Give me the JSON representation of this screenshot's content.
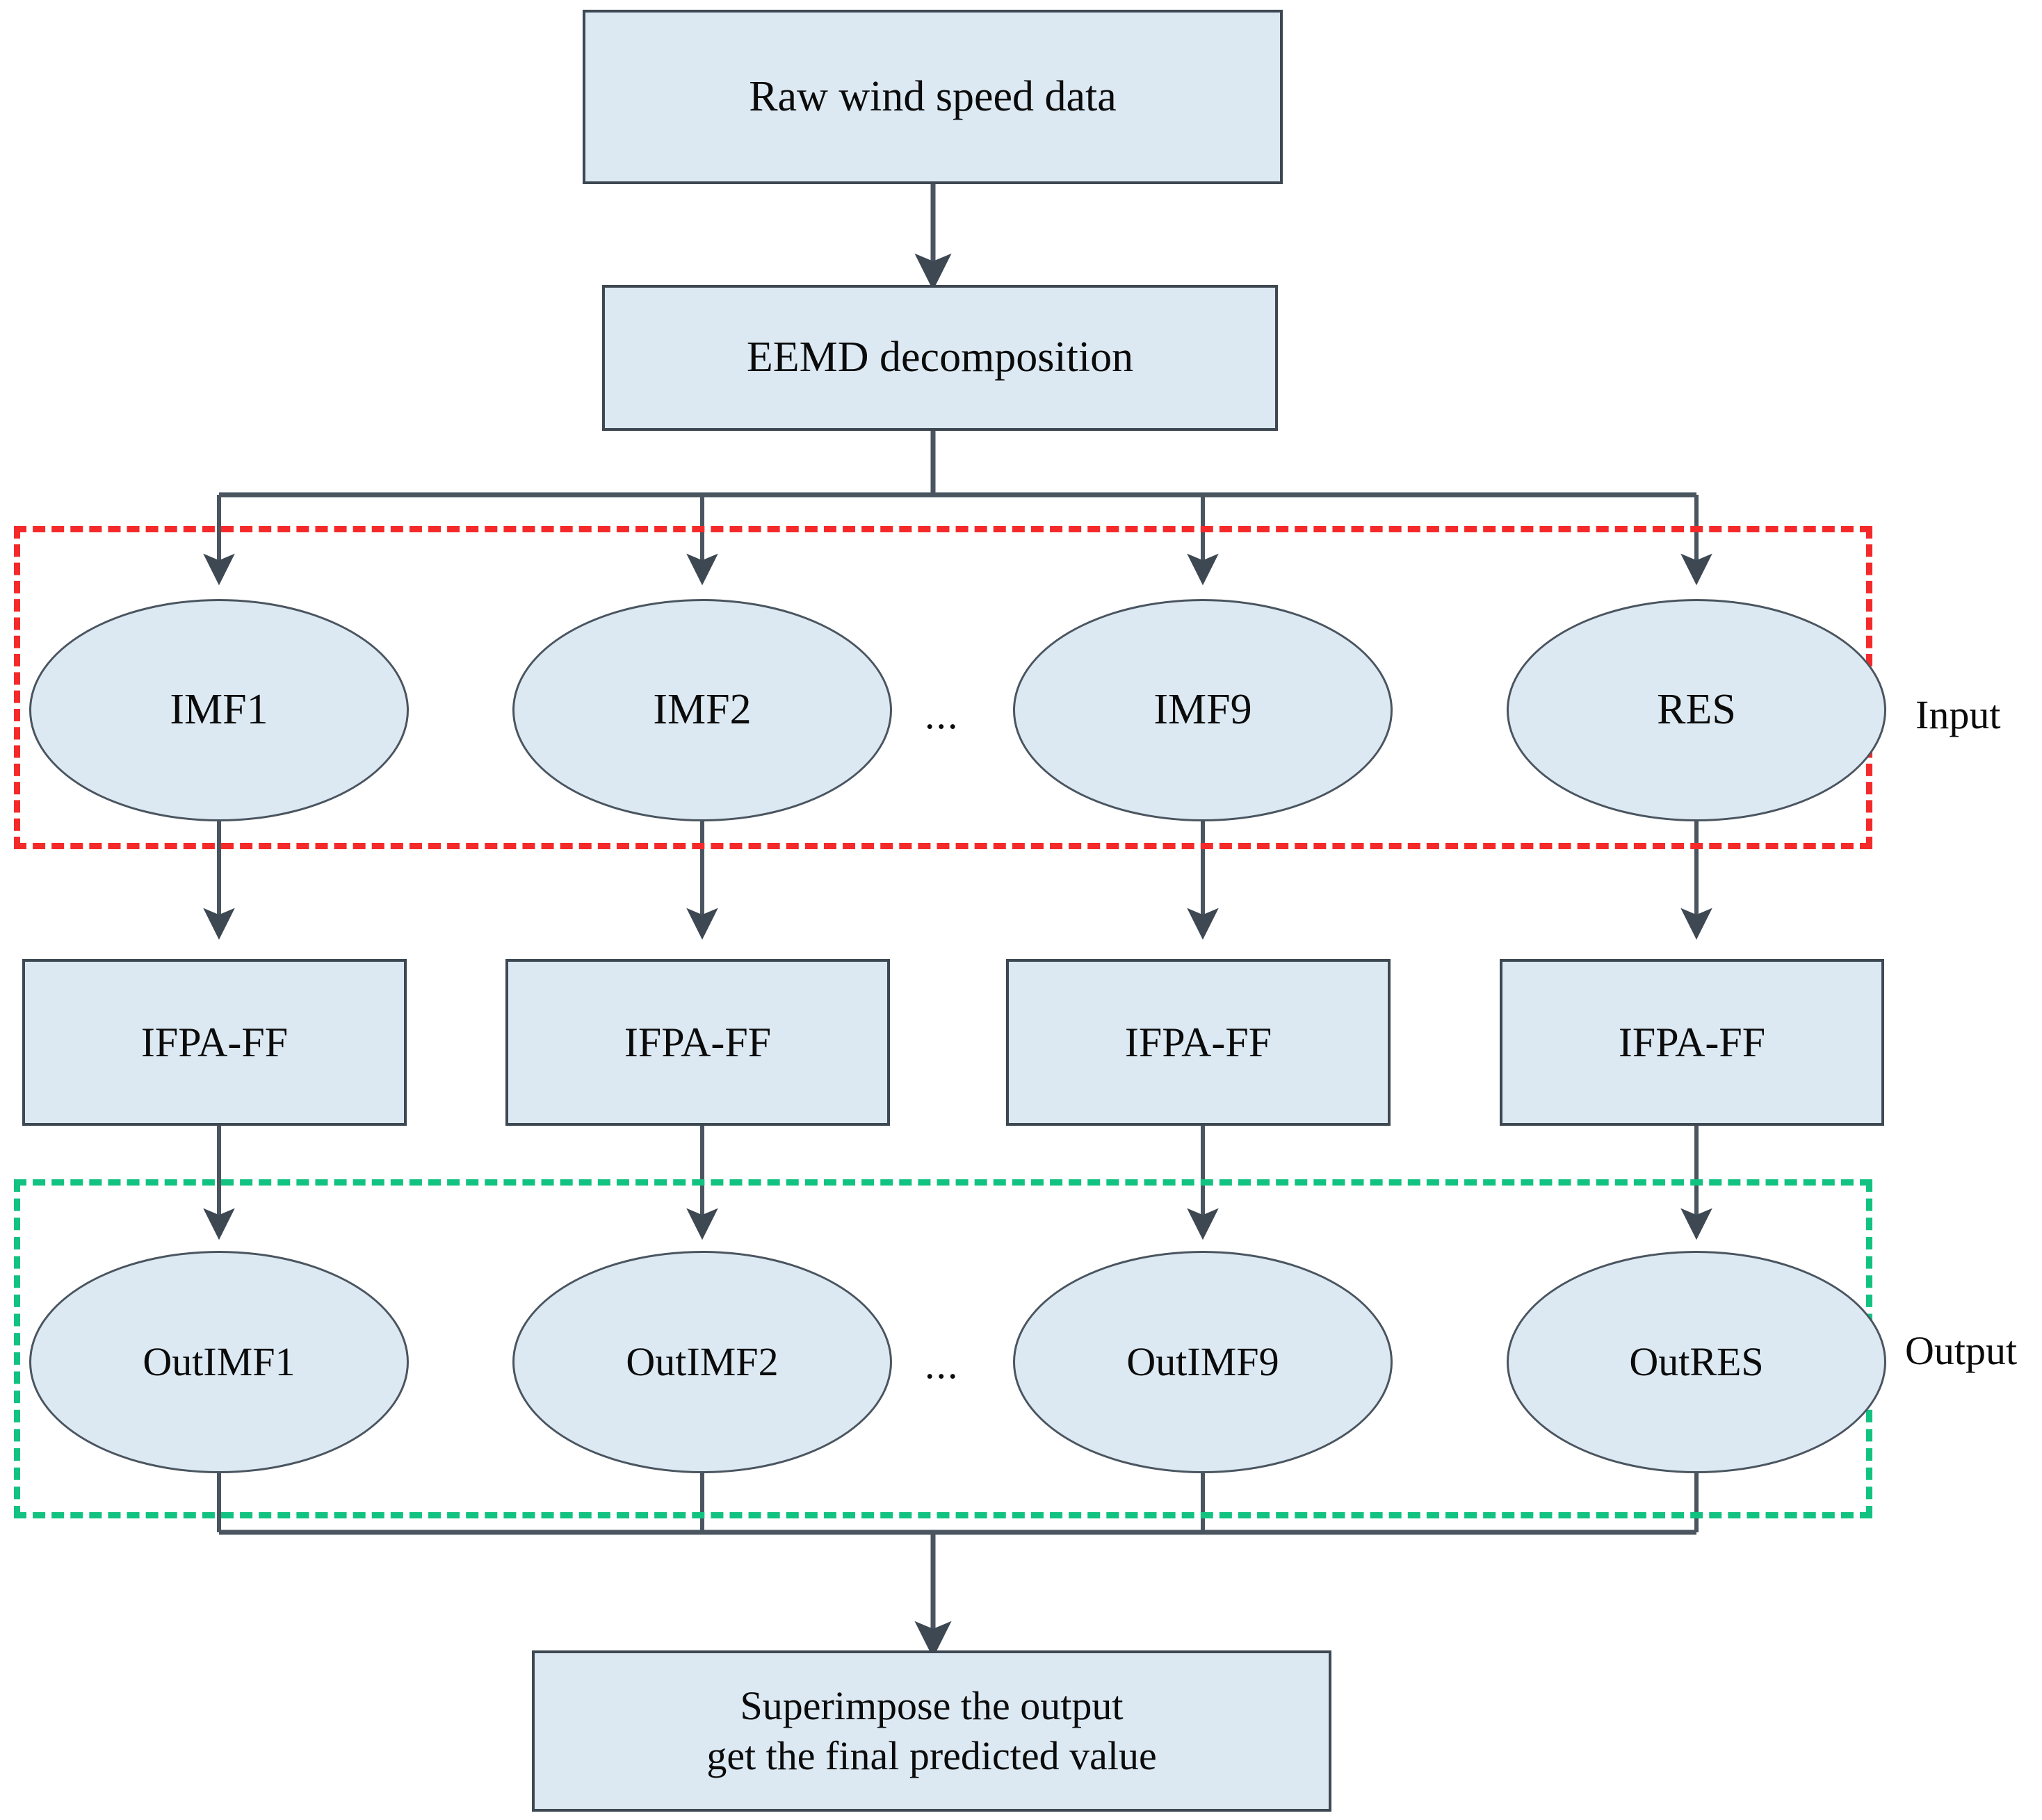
{
  "diagram": {
    "title_box": "Raw wind speed data",
    "decomposition_box": "EEMD decomposition",
    "final_box_line1": "Superimpose the output",
    "final_box_line2": "get the final predicted value",
    "ellipsis": "...",
    "input_group_label": "Input",
    "output_group_label": "Output",
    "input_nodes": [
      {
        "label": "IMF1"
      },
      {
        "label": "IMF2"
      },
      {
        "label": "IMF9"
      },
      {
        "label": "RES"
      }
    ],
    "model_nodes": [
      {
        "label": "IFPA-FF"
      },
      {
        "label": "IFPA-FF"
      },
      {
        "label": "IFPA-FF"
      },
      {
        "label": "IFPA-FF"
      }
    ],
    "output_nodes": [
      {
        "label": "OutIMF1"
      },
      {
        "label": "OutIMF2"
      },
      {
        "label": "OutIMF9"
      },
      {
        "label": "OutRES"
      }
    ],
    "colors": {
      "node_fill": "#dce9f2",
      "node_stroke": "#3d4852",
      "ellipse_stroke": "#4a5560",
      "input_group_border": "#f42a2a",
      "output_group_border": "#12c281",
      "connector": "#4a5560",
      "text": "#0b0b0b",
      "background": "#ffffff"
    }
  }
}
